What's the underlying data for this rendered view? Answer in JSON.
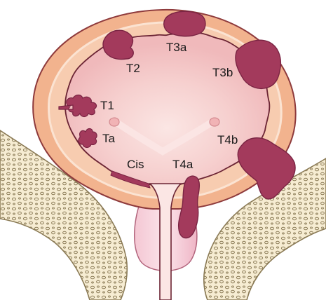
{
  "labels": {
    "t3a": "T3a",
    "t2": "T2",
    "t3b": "T3b",
    "t1": "T1",
    "ta": "Ta",
    "t4b": "T4b",
    "cis": "Cis",
    "t4a": "T4a"
  },
  "colors": {
    "outer_wall": "#f2b38e",
    "wall_band": "#f7ccb0",
    "wall_inner_line": "#fbe3d2",
    "lumen": "#f4c3c4",
    "lumen_highlight": "#fbe6e4",
    "tumor": "#a33a5c",
    "tumor_dark": "#7a2443",
    "bone_fill": "#f6ecd2",
    "bone_outline": "#8a7a55",
    "prostate": "#f1bccb",
    "outline": "#6b2434"
  }
}
